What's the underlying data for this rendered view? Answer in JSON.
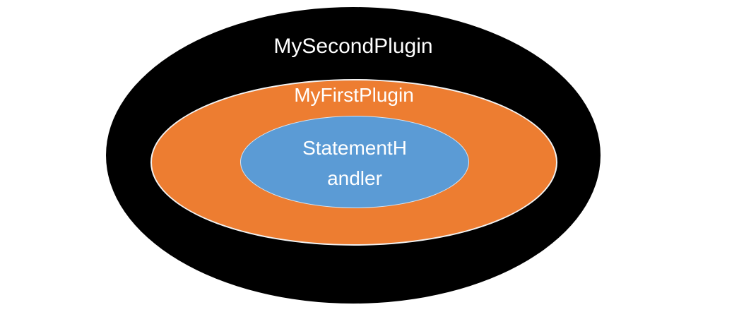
{
  "diagram": {
    "background_color": "#ffffff",
    "text_color": "#ffffff",
    "ellipses": {
      "outer": {
        "label": "MySecondPlugin",
        "fill": "#000000"
      },
      "middle": {
        "label": "MyFirstPlugin",
        "fill": "#ED7D31"
      },
      "inner": {
        "label_line1": "StatementH",
        "label_line2": "andler",
        "fill": "#5B9BD5"
      }
    }
  }
}
